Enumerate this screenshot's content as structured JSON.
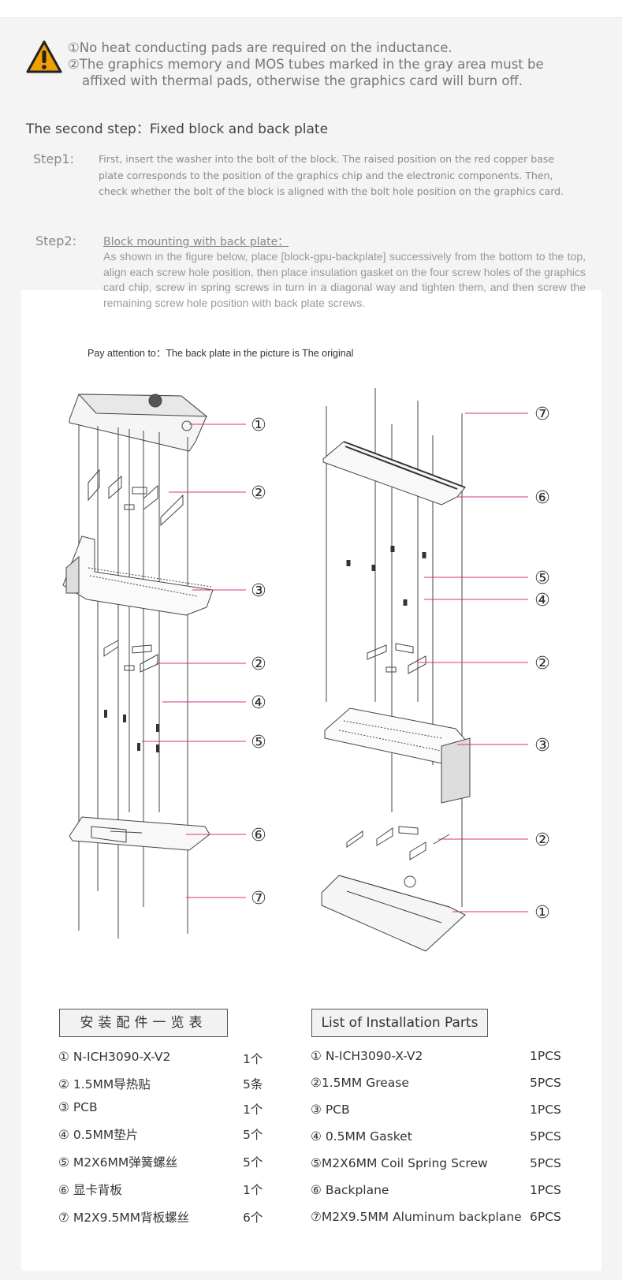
{
  "warning": {
    "line1": "①No heat conducting pads are required on the inductance.",
    "line2": "②The graphics memory and MOS tubes marked in the gray area must be",
    "line3": "affixed with thermal pads, otherwise the graphics card will burn off."
  },
  "section_title": "The second step：Fixed block and back plate",
  "step1": {
    "label": "Step1:",
    "text": "First, insert the washer into the bolt of the block. The raised position on the red copper base plate corresponds to the position of the graphics chip and the electronic components. Then, check whether the bolt of the block is aligned with the bolt hole position on the graphics card."
  },
  "step2": {
    "label": "Step2:",
    "subtitle": "Block mounting with back plate：",
    "text": "As shown in the figure below, place [block-gpu-backplate] successively from the bottom to the top, align each screw hole position, then place insulation gasket on the four screw holes of the graphics card chip, screw in spring screws in turn in a diagonal way and tighten them, and then screw the remaining screw hole position with back plate screws."
  },
  "attention": "Pay attention to：The back plate in the picture is The original",
  "diagram": {
    "left_callouts": [
      "①",
      "②",
      "③",
      "②",
      "④",
      "⑤",
      "⑥",
      "⑦"
    ],
    "right_callouts": [
      "⑦",
      "⑥",
      "⑤",
      "④",
      "②",
      "③",
      "②",
      "①"
    ],
    "accent_color": "#d63384"
  },
  "parts_cn": {
    "title": "安装配件一览表",
    "items": [
      {
        "name": "① N-ICH3090-X-V2",
        "qty": "1个"
      },
      {
        "name": "② 1.5MM导热贴",
        "qty": "5条"
      },
      {
        "name": "③ PCB",
        "qty": "1个"
      },
      {
        "name": "④ 0.5MM垫片",
        "qty": "5个"
      },
      {
        "name": "⑤ M2X6MM弹簧螺丝",
        "qty": "5个"
      },
      {
        "name": "⑥ 显卡背板",
        "qty": "1个"
      },
      {
        "name": "⑦ M2X9.5MM背板螺丝",
        "qty": "6个"
      }
    ]
  },
  "parts_en": {
    "title": "List of Installation Parts",
    "items": [
      {
        "name": "① N-ICH3090-X-V2",
        "qty": "1PCS"
      },
      {
        "name": "②1.5MM Grease",
        "qty": "5PCS"
      },
      {
        "name": "③ PCB",
        "qty": "1PCS"
      },
      {
        "name": "④ 0.5MM Gasket",
        "qty": "5PCS"
      },
      {
        "name": "⑤M2X6MM Coil Spring Screw",
        "qty": "5PCS"
      },
      {
        "name": "⑥ Backplane",
        "qty": "1PCS"
      },
      {
        "name": "⑦M2X9.5MM Aluminum backplane",
        "qty": "6PCS"
      }
    ]
  }
}
